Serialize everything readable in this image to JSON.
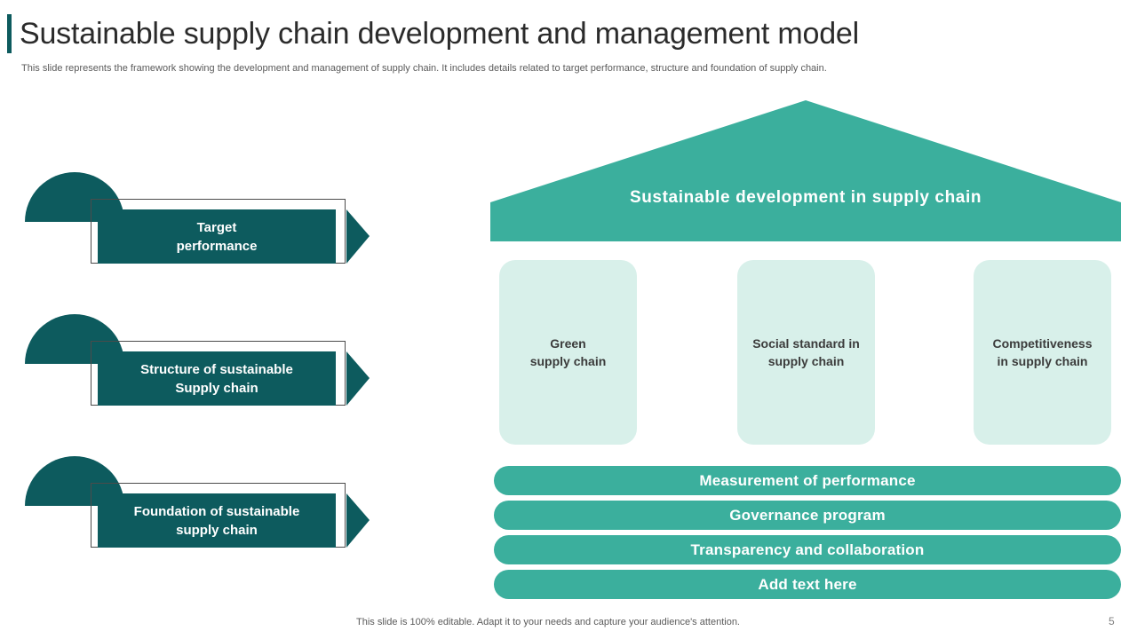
{
  "header": {
    "title": "Sustainable supply chain development and management model",
    "subtitle": "This slide represents the framework showing the development and management of supply chain. It includes details related to target performance, structure and foundation of supply chain.",
    "accent_color": "#0D5B5E"
  },
  "left_column": {
    "blocks": [
      {
        "label": "Target\nperformance"
      },
      {
        "label": "Structure of sustainable\nSupply chain"
      },
      {
        "label": "Foundation of sustainable\nsupply chain"
      }
    ]
  },
  "house": {
    "roof": {
      "label": "Sustainable  development  in  supply  chain",
      "color": "#3BAF9D"
    },
    "pillars": [
      {
        "label": "Green\nsupply chain"
      },
      {
        "label": "Social standard in\nsupply chain"
      },
      {
        "label": "Competitiveness\nin supply chain"
      }
    ],
    "pillar_color": "#D8F0EA",
    "base_bars": [
      {
        "label": "Measurement of performance"
      },
      {
        "label": "Governance program"
      },
      {
        "label": "Transparency and collaboration"
      },
      {
        "label": "Add text here"
      }
    ],
    "base_bar_color": "#3BAF9D"
  },
  "footer": {
    "note": "This slide is 100% editable. Adapt it to your needs and capture your audience's attention.",
    "page_number": "5"
  }
}
